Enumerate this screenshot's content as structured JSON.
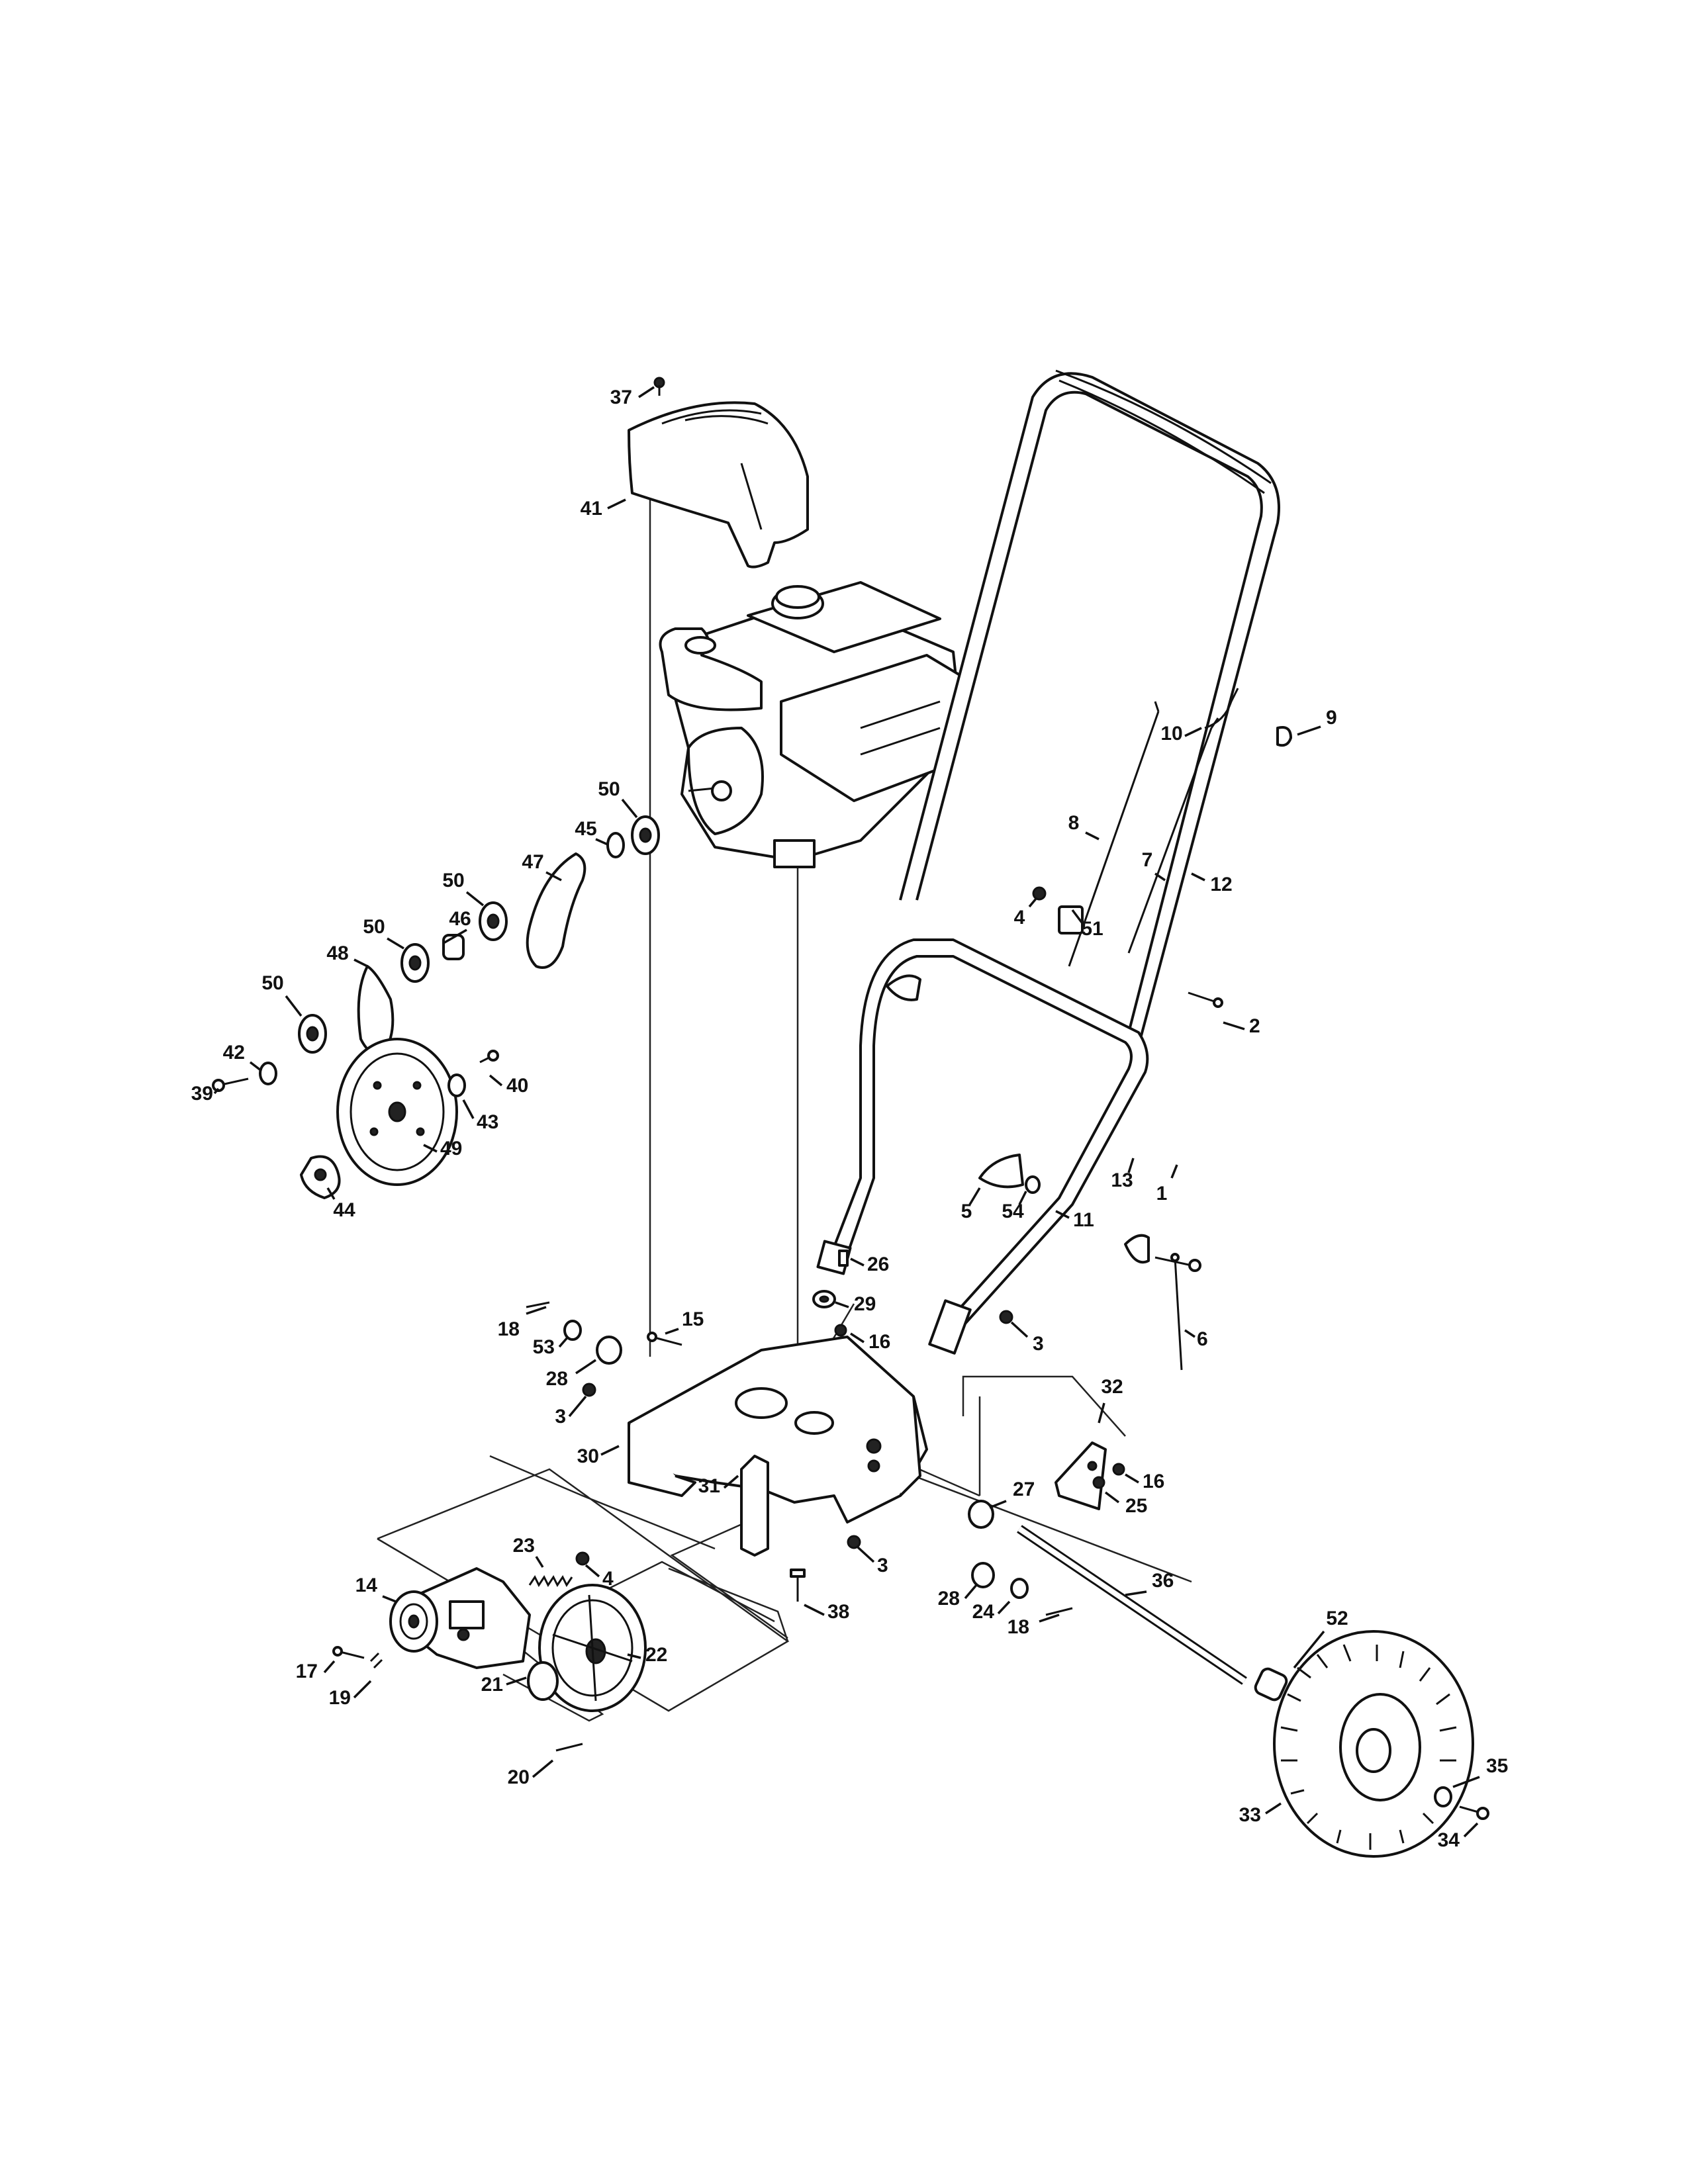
{
  "callouts": [
    "1",
    "2",
    "3",
    "4",
    "5",
    "6",
    "7",
    "8",
    "9",
    "10",
    "11",
    "12",
    "13",
    "14",
    "15",
    "16",
    "17",
    "18",
    "19",
    "20",
    "21",
    "22",
    "23",
    "24",
    "25",
    "26",
    "27",
    "28",
    "29",
    "30",
    "31",
    "32",
    "33",
    "34",
    "35",
    "36",
    "37",
    "38",
    "39",
    "40",
    "41",
    "42",
    "43",
    "44",
    "45",
    "46",
    "47",
    "48",
    "49",
    "50",
    "51",
    "52",
    "53",
    "54"
  ]
}
